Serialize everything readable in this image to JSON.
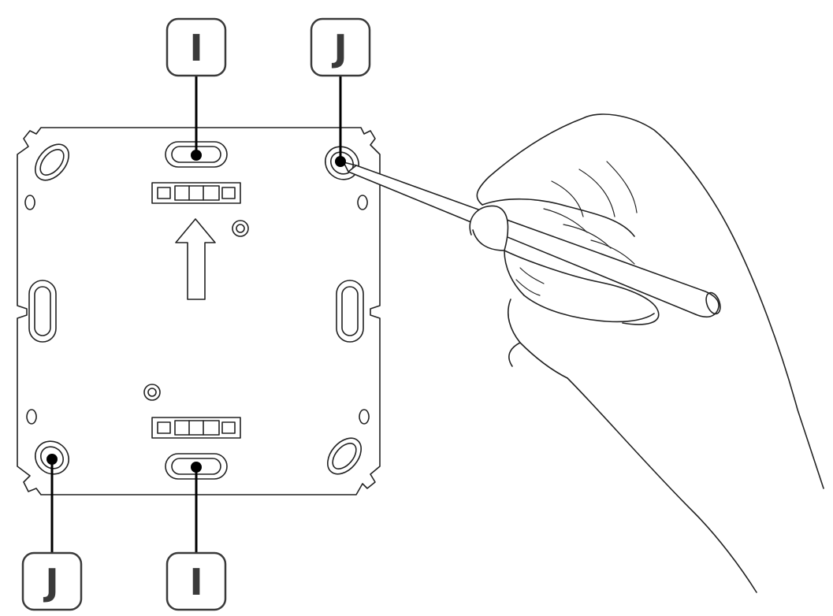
{
  "callouts": {
    "top_left": "I",
    "top_right": "J",
    "bottom_left": "J",
    "bottom_right": "I"
  },
  "colors": {
    "line": "#222222",
    "label_text": "#3a3a3a",
    "background": "#ffffff"
  }
}
